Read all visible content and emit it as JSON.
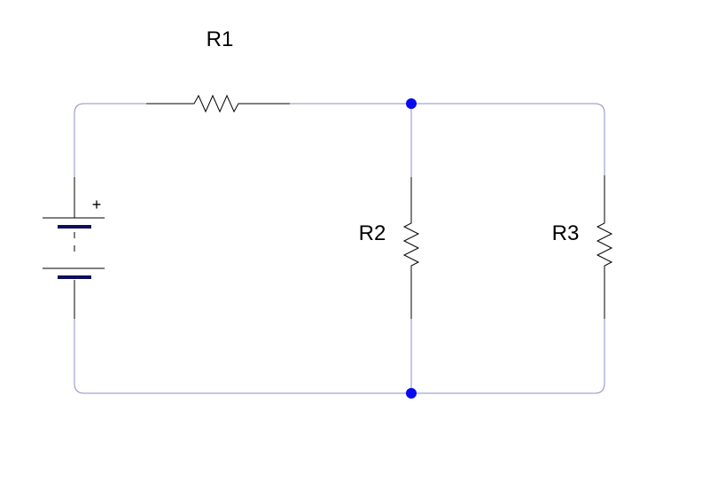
{
  "diagram": {
    "type": "circuit-schematic",
    "colors": {
      "wire": "#8c8cc8",
      "component": "#000000",
      "battery_plate": "#0d0d5c",
      "node": "#0a0af0",
      "text": "#000000"
    },
    "labels": {
      "r1": "R1",
      "r2": "R2",
      "r3": "R3",
      "battery_polarity": "+"
    },
    "components": [
      {
        "id": "battery",
        "kind": "battery",
        "icon": "battery-icon"
      },
      {
        "id": "r1",
        "kind": "resistor",
        "icon": "resistor-icon"
      },
      {
        "id": "r2",
        "kind": "resistor",
        "icon": "resistor-icon"
      },
      {
        "id": "r3",
        "kind": "resistor",
        "icon": "resistor-icon"
      }
    ],
    "junction_count": 2
  }
}
